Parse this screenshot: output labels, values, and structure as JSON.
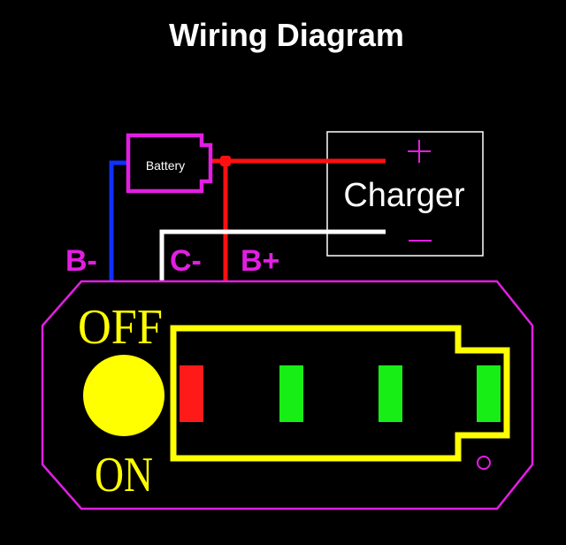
{
  "title": "Wiring Diagram",
  "battery": {
    "label": "Battery"
  },
  "charger": {
    "label": "Charger",
    "plus": "+",
    "minus": "—"
  },
  "wires": {
    "b_minus": "B-",
    "c_minus": "C-",
    "b_plus": "B+"
  },
  "switch": {
    "off_label": "OFF",
    "on_label": "ON"
  },
  "indicator": {
    "segments": [
      {
        "state": "red",
        "color": "#ff1a1a"
      },
      {
        "state": "green",
        "color": "#16ee16"
      },
      {
        "state": "green",
        "color": "#16ee16"
      },
      {
        "state": "green",
        "color": "#16ee16"
      }
    ]
  },
  "colors": {
    "background": "#000000",
    "outline": "#e21ee2",
    "battery_frame": "#ffff00",
    "wire_negative": "#1030ff",
    "wire_positive": "#ff1010",
    "wire_charge": "#ffffff",
    "text": "#ffffff"
  }
}
